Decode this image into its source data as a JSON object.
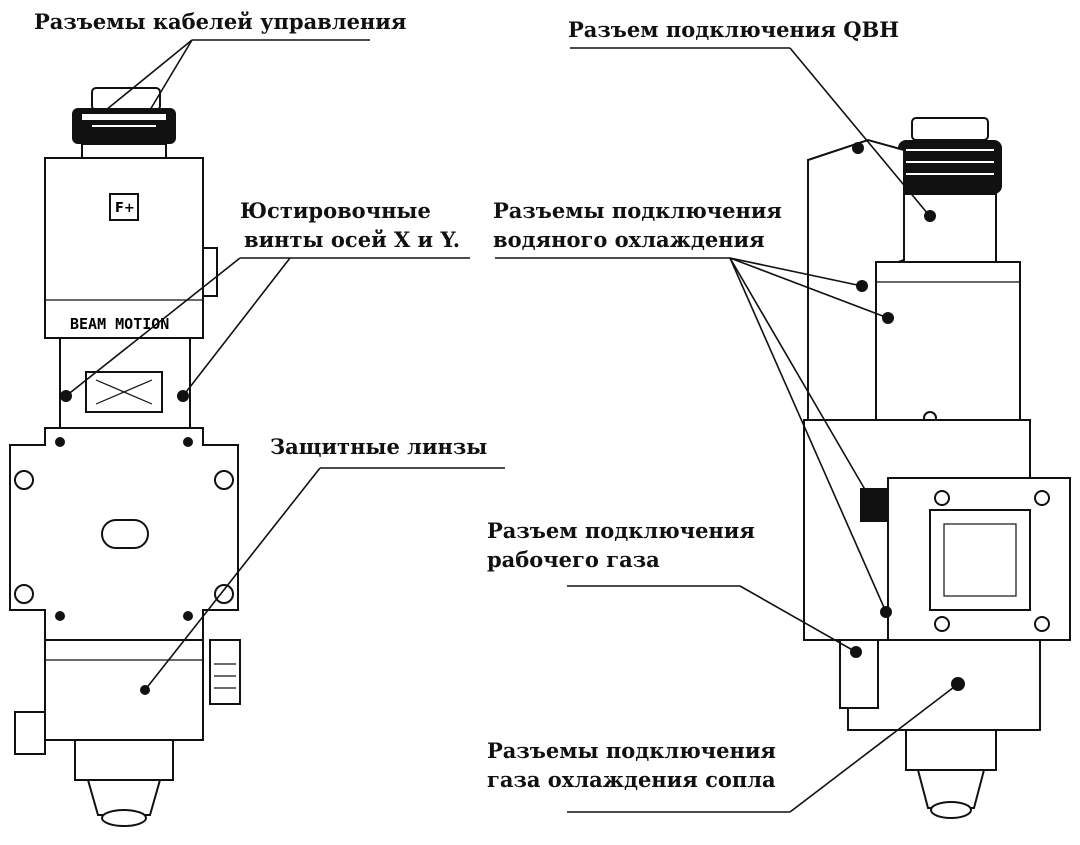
{
  "labels": {
    "control_cables": "Разъемы кабелей управления",
    "qbh": "Разъем подключения QBH",
    "adjust_line1": "Юстировочные",
    "adjust_line2": "винты осей X и Y.",
    "water_line1": "Разъемы подключения",
    "water_line2": "водяного охлаждения",
    "lenses": "Защитные линзы",
    "work_gas_line1": "Разъем подключения",
    "work_gas_line2": "рабочего газа",
    "nozzle_gas_line1": "Разъемы подключения",
    "nozzle_gas_line2": "газа охлаждения сопла"
  },
  "device_text": {
    "brand": "BEAM MOTION",
    "badge": "F+"
  }
}
